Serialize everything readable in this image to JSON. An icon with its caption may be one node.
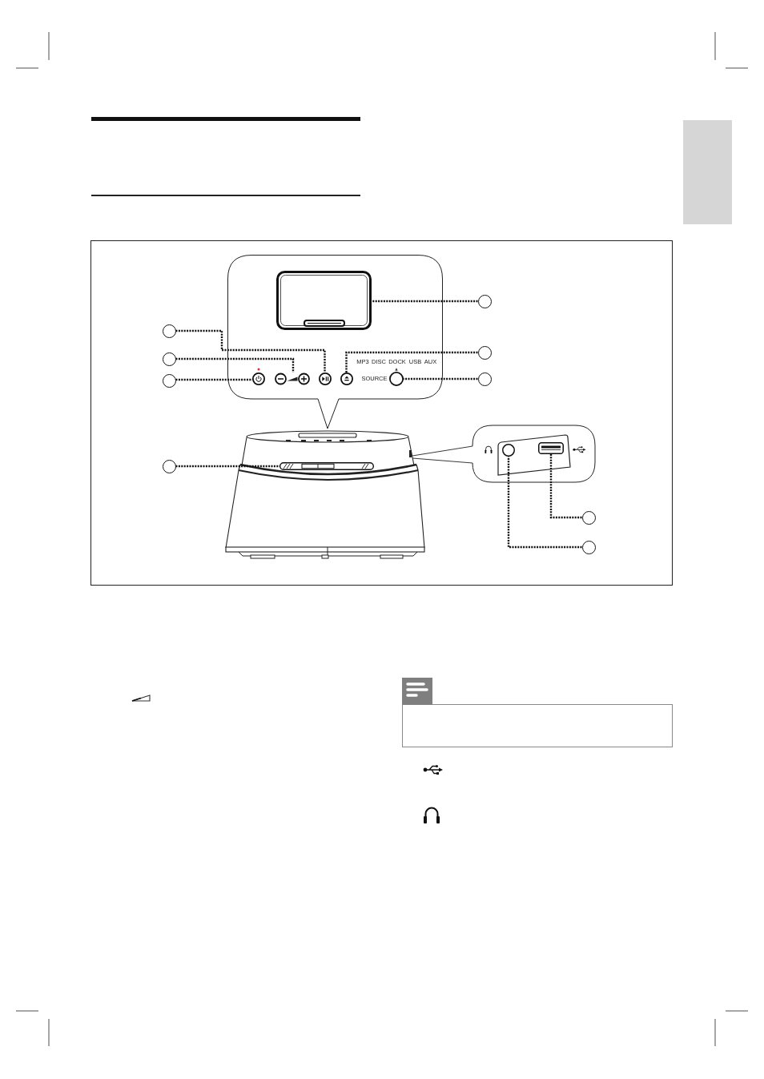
{
  "diagram": {
    "nodes": [
      {
        "text": [],
        "shape": "box"
      },
      {
        "text": [],
        "shape": "circle"
      },
      {
        "text": [],
        "shape": "circle"
      },
      {
        "text": [],
        "shape": "circle"
      },
      {
        "text": [],
        "shape": "circle"
      },
      {
        "text": [],
        "shape": "circle"
      },
      {
        "text": [],
        "shape": "circle"
      },
      {
        "text": [],
        "shape": "circle"
      },
      {
        "text": [],
        "shape": "circle"
      },
      {
        "text": [],
        "shape": "circle"
      },
      {
        "text": [],
        "shape": "box"
      },
      {
        "text": [],
        "shape": "circle"
      },
      {
        "text": [],
        "shape": "circle"
      },
      {
        "text": [],
        "shape": "picture"
      },
      {
        "text": [],
        "shape": "circle"
      },
      {
        "text": [],
        "shape": "circle"
      },
      {
        "text": [],
        "shape": "bar"
      },
      {
        "text": [],
        "shape": "box"
      },
      {
        "text": [],
        "shape": "circle"
      }
    ],
    "edges": [
      {
        "from": 1,
        "to": 10,
        "arrow": "none"
      },
      {
        "from": 2,
        "to": 11,
        "arrow": "none"
      },
      {
        "from": 3,
        "to": 12,
        "arrow": "none"
      },
      {
        "from": 4,
        "to": 13,
        "arrow": "none"
      },
      {
        "from": 5,
        "to": 14,
        "arrow": "none"
      },
      {
        "from": 6,
        "to": 15,
        "arrow": "none"
      },
      {
        "from": 7,
        "to": 16,
        "arrow": "none"
      },
      {
        "from": 8,
        "to": 17,
        "arrow": "none"
      },
      {
        "from": 9,
        "to": 18,
        "arrow": "none"
      }
    ],
    "labels": [
      "MP3",
      "DISC",
      "DOCK",
      "USB",
      "AUX",
      "SOURCE"
    ]
  }
}
